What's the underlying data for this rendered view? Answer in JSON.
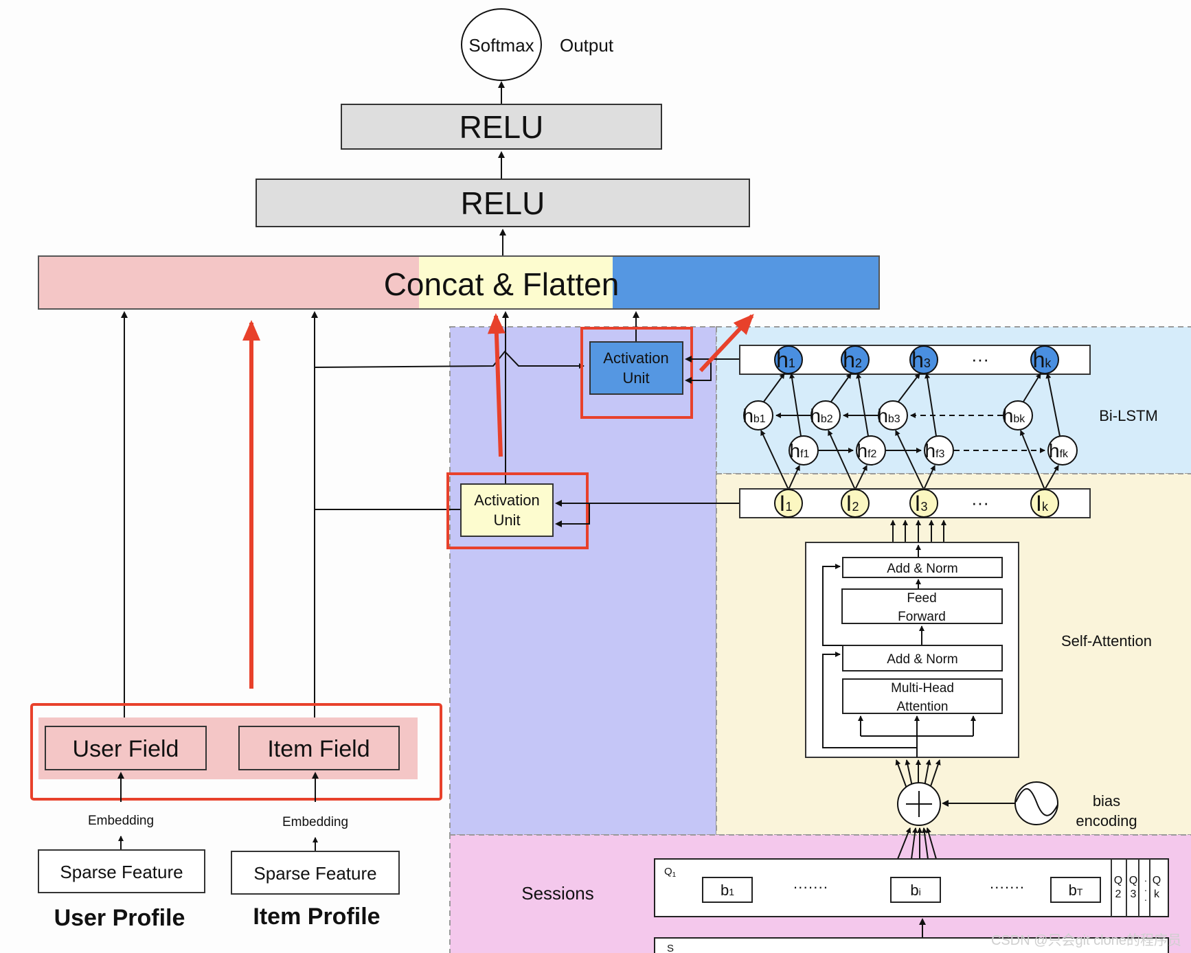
{
  "colors": {
    "user_field_fill": "#f4c6c6",
    "concat_pink": "#f4c6c6",
    "concat_yellow": "#fdfccf",
    "concat_blue": "#5597e2",
    "activation_blue": "#5597e2",
    "activation_yellow": "#fdfccf",
    "purple_region": "#c5c6f7",
    "bilstm_region": "#d6ecfa",
    "self_attention_region": "#faf4da",
    "sessions_region": "#f4c8ec",
    "relu_fill": "#dedede",
    "annotation_red": "#e8412b",
    "h_node_fill": "#4a8fe0",
    "l_node_fill": "#fbf7c1"
  },
  "output": {
    "softmax": "Softmax",
    "output_label": "Output"
  },
  "relu_layers": [
    "RELU",
    "RELU"
  ],
  "concat": {
    "label": "Concat & Flatten"
  },
  "activation_units": {
    "blue": [
      "Activation",
      "Unit"
    ],
    "yellow": [
      "Activation",
      "Unit"
    ]
  },
  "bilstm": {
    "title": "Bi-LSTM",
    "h_nodes": [
      {
        "base": "h",
        "sub": "1"
      },
      {
        "base": "h",
        "sub": "2"
      },
      {
        "base": "h",
        "sub": "3"
      },
      {
        "base": "h",
        "sub": "k"
      }
    ],
    "hb_nodes": [
      {
        "base": "h",
        "sub": "b1"
      },
      {
        "base": "h",
        "sub": "b2"
      },
      {
        "base": "h",
        "sub": "b3"
      },
      {
        "base": "h",
        "sub": "bk"
      }
    ],
    "hf_nodes": [
      {
        "base": "h",
        "sub": "f1"
      },
      {
        "base": "h",
        "sub": "f2"
      },
      {
        "base": "h",
        "sub": "f3"
      },
      {
        "base": "h",
        "sub": "fk"
      }
    ],
    "ellipsis": "···"
  },
  "interest_row": {
    "nodes": [
      {
        "base": "I",
        "sub": "1"
      },
      {
        "base": "I",
        "sub": "2"
      },
      {
        "base": "I",
        "sub": "3"
      },
      {
        "base": "I",
        "sub": "k"
      }
    ],
    "ellipsis": "···"
  },
  "self_attention": {
    "title": "Self-Attention",
    "add_norm_top": "Add & Norm",
    "feed_forward": [
      "Feed",
      "Forward"
    ],
    "add_norm_bottom": "Add & Norm",
    "multi_head": [
      "Multi-Head",
      "Attention"
    ]
  },
  "bias_encoding": [
    "bias",
    "encoding"
  ],
  "sessions": {
    "title": "Sessions",
    "q1_label": {
      "base": "Q",
      "sub": "1"
    },
    "behaviors": [
      {
        "base": "b",
        "sub": "1"
      },
      {
        "base": "b",
        "sub": "i"
      },
      {
        "base": "b",
        "sub": "T"
      }
    ],
    "dots": "·······",
    "q_columns": [
      [
        "Q",
        "2"
      ],
      [
        "Q",
        "3"
      ],
      [
        "·",
        "·",
        "·"
      ],
      [
        "Q",
        "k"
      ]
    ],
    "s_label": "S"
  },
  "left": {
    "user_field": "User Field",
    "item_field": "Item Field",
    "embedding_user": "Embedding",
    "embedding_item": "Embedding",
    "sparse_user": "Sparse Feature",
    "sparse_item": "Sparse Feature",
    "user_profile": "User Profile",
    "item_profile": "Item Profile"
  },
  "watermark": "CSDN @只会git clone的程序员"
}
